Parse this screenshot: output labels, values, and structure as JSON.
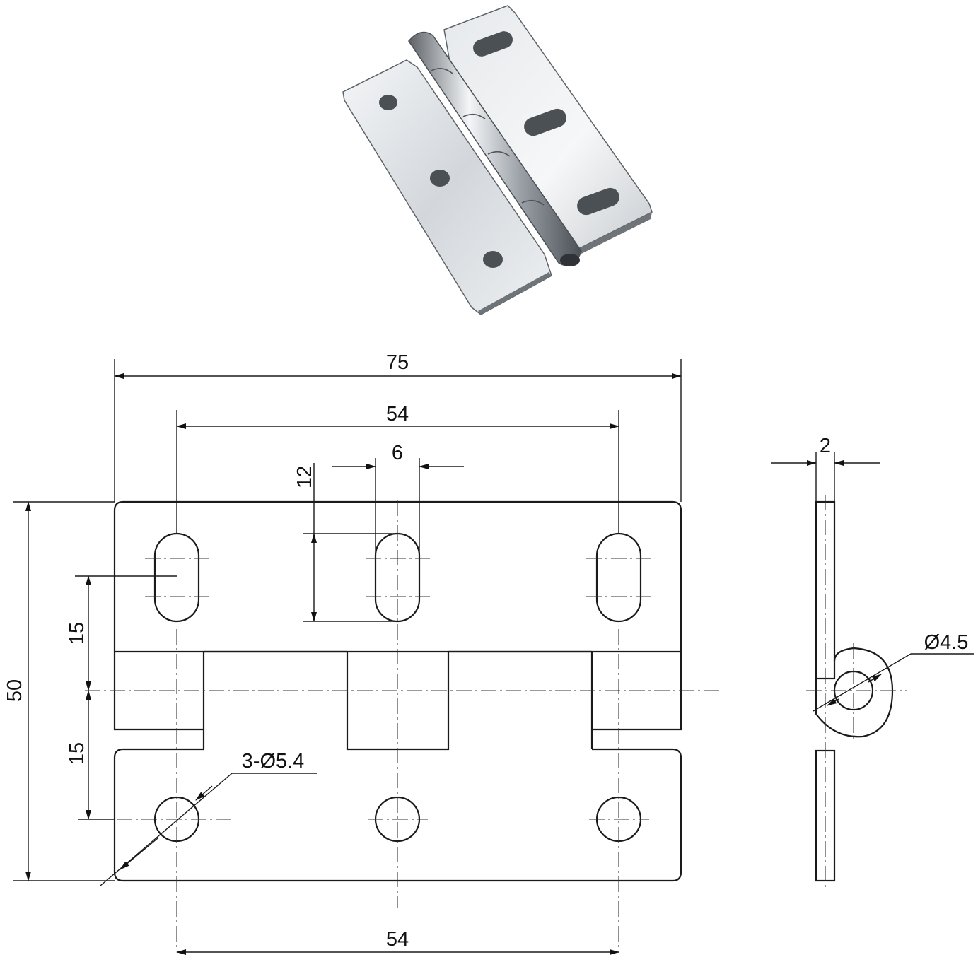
{
  "product_photo": {
    "subject": "stainless steel hinge",
    "colors": {
      "highlight": "#f4f6f8",
      "mid": "#b9bec3",
      "shadow": "#5d6267"
    }
  },
  "front_view": {
    "dim_overall_width": "75",
    "dim_top_hole_spacing": "54",
    "dim_slot_width": "6",
    "dim_slot_length": "12",
    "dim_overall_height": "50",
    "dim_upper_offset": "15",
    "dim_lower_offset": "15",
    "hole_callout": "3-Ø5.4",
    "dim_bottom_hole_spacing": "54"
  },
  "side_view": {
    "dim_thickness": "2",
    "pin_callout": "Ø4.5"
  }
}
